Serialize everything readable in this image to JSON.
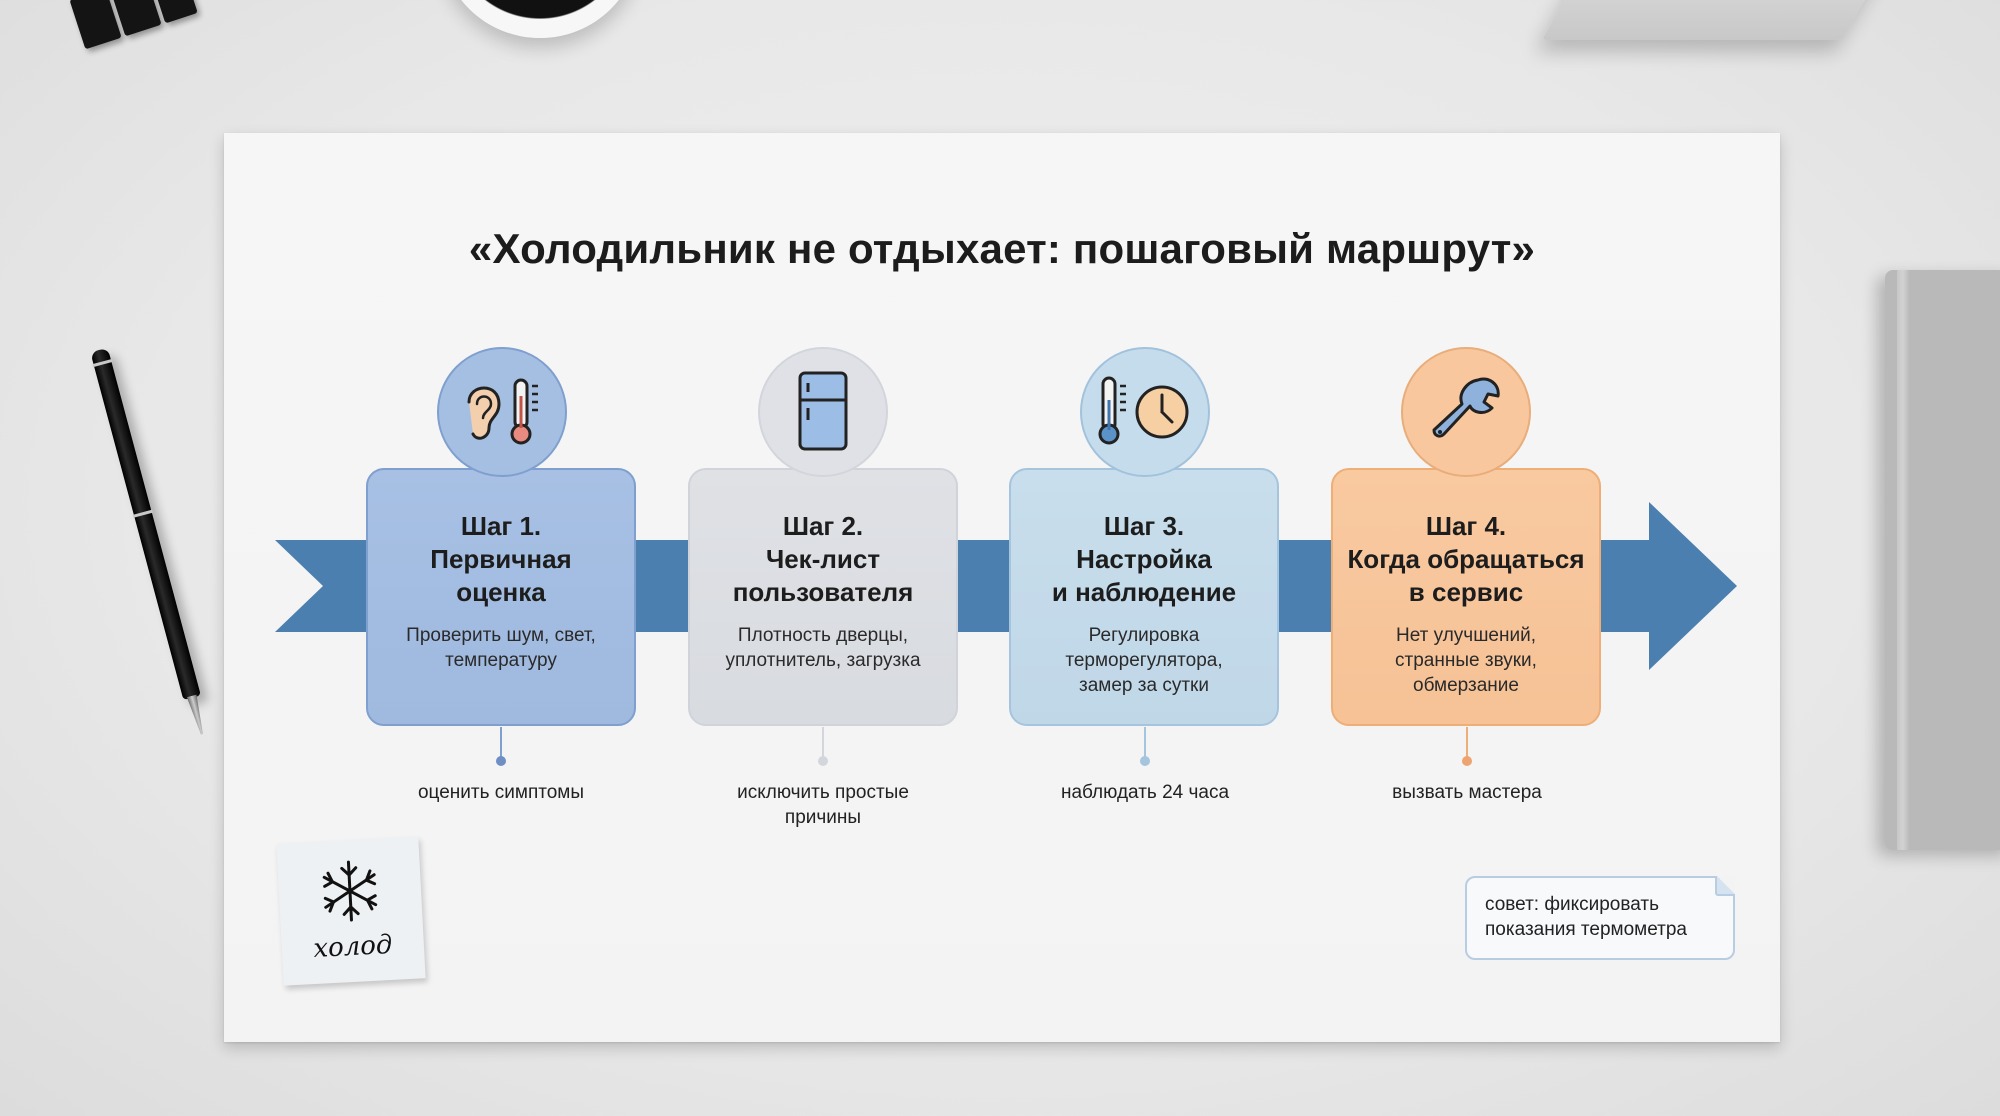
{
  "title": "«Холодильник не отдыхает: пошаговый маршрут»",
  "colors": {
    "arrow": "#4a7fb0",
    "step1_card": "#a8c1e4",
    "step2_card": "#dcdee3",
    "step3_card": "#c5dcea",
    "step4_card": "#f8c79d"
  },
  "steps": [
    {
      "heading_line1": "Шаг 1.",
      "heading_line2": "Первичная",
      "heading_line3": "оценка",
      "description_line1": "Проверить шум, свет,",
      "description_line2": "температуру",
      "description_line3": "",
      "icons": [
        "ear-icon",
        "thermometer-icon"
      ],
      "outcome_line1": "оценить симптомы",
      "outcome_line2": ""
    },
    {
      "heading_line1": "Шаг 2.",
      "heading_line2": "Чек-лист",
      "heading_line3": "пользователя",
      "description_line1": "Плотность дверцы,",
      "description_line2": "уплотнитель, загрузка",
      "description_line3": "",
      "icons": [
        "fridge-icon"
      ],
      "outcome_line1": "исключить простые",
      "outcome_line2": "причины"
    },
    {
      "heading_line1": "Шаг 3.",
      "heading_line2": "Настройка",
      "heading_line3": "и наблюдение",
      "description_line1": "Регулировка",
      "description_line2": "терморегулятора,",
      "description_line3": "замер за сутки",
      "icons": [
        "thermometer-icon",
        "clock-icon"
      ],
      "outcome_line1": "наблюдать 24 часа",
      "outcome_line2": ""
    },
    {
      "heading_line1": "Шаг 4.",
      "heading_line2": "Когда обращаться",
      "heading_line3": "в сервис",
      "description_line1": "Нет улучшений,",
      "description_line2": "странные звуки,",
      "description_line3": "обмерзание",
      "icons": [
        "wrench-icon"
      ],
      "outcome_line1": "вызвать мастера",
      "outcome_line2": ""
    }
  ],
  "sticky_note": {
    "icon": "snowflake-icon",
    "label": "холод"
  },
  "tip": {
    "line1": "совет: фиксировать",
    "line2": "показания термометра"
  }
}
